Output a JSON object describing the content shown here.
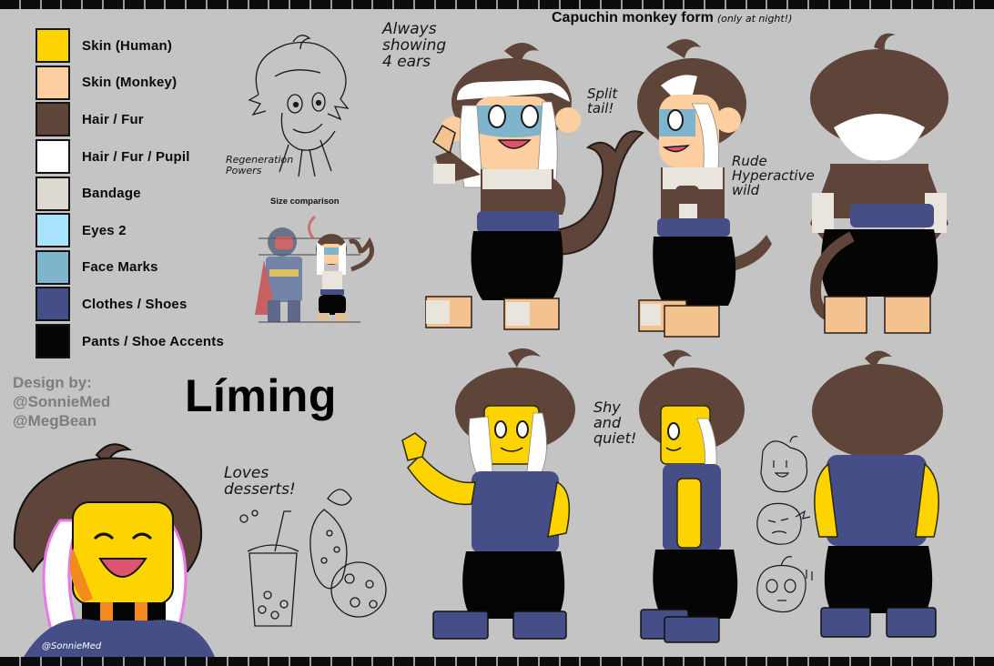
{
  "sheet": {
    "character_name": "Líming",
    "credits": {
      "heading": "Design by:",
      "artists": [
        "@SonnieMed",
        "@MegBean"
      ]
    },
    "signature": "@SonnieMed"
  },
  "palette": [
    {
      "label": "Skin (Human)",
      "color": "#fdd300"
    },
    {
      "label": "Skin (Monkey)",
      "color": "#fdcfa0"
    },
    {
      "label": "Hair / Fur",
      "color": "#5e4439"
    },
    {
      "label": "Hair / Fur / Pupil",
      "color": "#ffffff"
    },
    {
      "label": "Bandage",
      "color": "#ddd8d0"
    },
    {
      "label": "Eyes 2",
      "color": "#a9e4fd"
    },
    {
      "label": "Face Marks",
      "color": "#7fb4cd"
    },
    {
      "label": "Clothes / Shoes",
      "color": "#464e88"
    },
    {
      "label": "Pants / Shoe Accents",
      "color": "#050505"
    }
  ],
  "monkey_section": {
    "title": "Capuchin monkey form",
    "title_note": "(only at night!)"
  },
  "notes": {
    "always_ears": "Always\nshowing\n4 ears",
    "split_tail": "Split\ntail!",
    "personality_monkey": "Rude\nHyperactive\nwild",
    "regeneration": "Regeneration\nPowers",
    "size_comparison": "Size comparison",
    "personality_human": "Shy\nand\nquiet!",
    "loves_desserts": "Loves\ndesserts!"
  },
  "colors": {
    "background": "#c4c4c4",
    "border": "#0c0c0c",
    "credits_text": "#7d7d7d",
    "line_art": "#1a1a1a",
    "mouth": "#e0536e",
    "hair_highlight": "#e879e6"
  }
}
